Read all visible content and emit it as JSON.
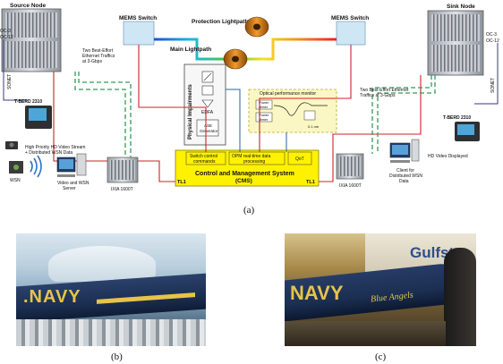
{
  "figure": {
    "nodes": {
      "source": "Source Node",
      "sink": "Sink Node",
      "mems_left": "MEMS Switch",
      "mems_right": "MEMS Switch"
    },
    "paths": {
      "protection": "Protection Lightpath",
      "main": "Main Lightpath"
    },
    "ports": {
      "left_oc3": "OC-3",
      "left_oc12": "OC-12",
      "right_oc3": "OC-3",
      "right_oc12": "OC-12",
      "sonet_left": "SONET",
      "sonet_right": "SONET"
    },
    "ethernet_left": [
      "Two Best-Effort",
      "Ethernet Traffics",
      "at 3-Gbps"
    ],
    "ethernet_right": [
      "Two Best-Effort Ethernet",
      "Traffics at 3-Gbps"
    ],
    "tberd_left": "T-BERD 2310",
    "tberd_right": "T-BERD 2310",
    "hd_stream": [
      "High Priority HD Video Stream",
      "+ Distributed WSN Data"
    ],
    "wsn": "WSN",
    "video_server": [
      "Video and WSN",
      "Server"
    ],
    "ixia_left": "IXIA 1600T",
    "ixia_right": "IXIA 1600T",
    "phys_imp": "Physical Impairments",
    "edfa": "EDFA",
    "ase": [
      "ASE",
      "Generator"
    ],
    "opm": {
      "title": "Optical performance monitor",
      "power_meter": [
        "Power",
        "Meter"
      ],
      "power_meter2": [
        "Power",
        "Meter"
      ],
      "bw": "0.1 nm"
    },
    "cms": {
      "switch_cmd": [
        "Switch control",
        "commands"
      ],
      "opm_proc": [
        "OPM real-time data",
        "processing"
      ],
      "qot": "QoT",
      "title": [
        "Control and Management System",
        "(CMS)"
      ],
      "tl1_left": "TL1",
      "tl1_right": "TL1"
    },
    "hd_displayed": "HD Video Displayed",
    "client": [
      "Client for",
      "Distributed WSN",
      "Data"
    ]
  },
  "photos": {
    "b_text": ".NAVY",
    "c_text1": "NAVY",
    "c_text2": "Gulfst",
    "c_text3": "Blue Angels"
  },
  "captions": {
    "a": "(a)",
    "b": "(b)",
    "c": "(c)"
  },
  "colors": {
    "cms_fill": "#fff200",
    "red_line": "#d0202a",
    "blue_line": "#2b5ea8",
    "green_dash": "#2e9e55",
    "jet": "#1c2f52",
    "navy_text": "#e6c34a"
  }
}
